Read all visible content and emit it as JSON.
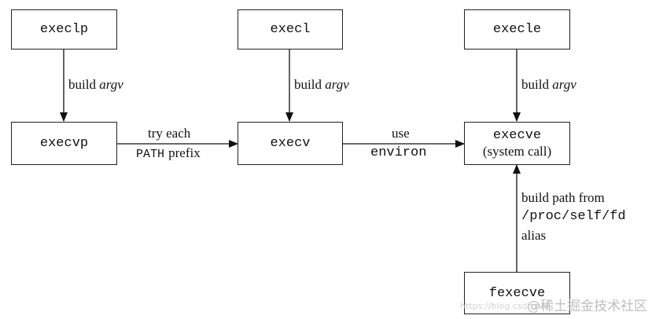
{
  "nodes": {
    "execlp": "execlp",
    "execl": "execl",
    "execle": "execle",
    "execvp": "execvp",
    "execv": "execv",
    "execve": "execve",
    "execve_sub": "(system call)",
    "fexecve": "fexecve"
  },
  "edges": {
    "build_word": "build",
    "argv_word": "argv",
    "try_each": "try each",
    "path_word": "PATH",
    "prefix_word": "prefix",
    "use_word": "use",
    "environ_word": "environ",
    "build_path_from": "build path from",
    "proc_self_fd": "/proc/self/fd",
    "alias_word": "alias"
  },
  "watermark": {
    "text": "@稀土掘金技术社区",
    "url": "https://blog.csdn.net"
  }
}
